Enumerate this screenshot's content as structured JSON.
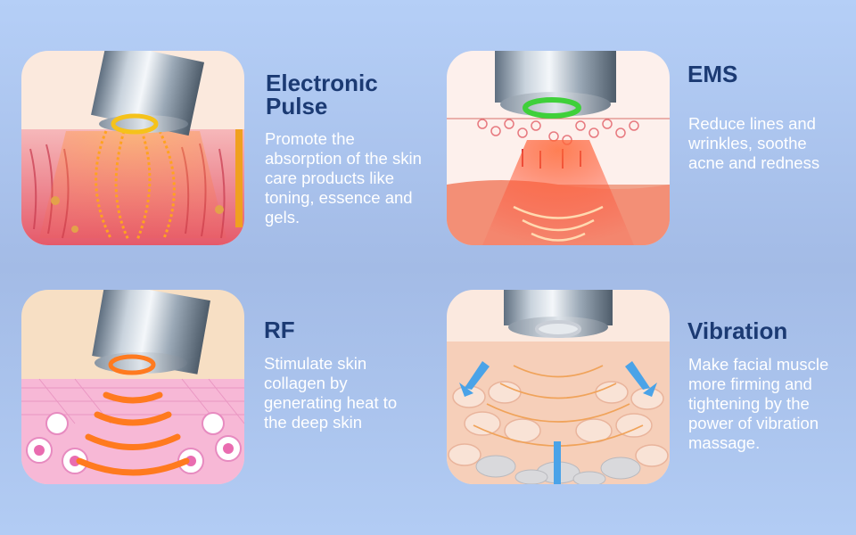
{
  "features": [
    {
      "title": "Electronic Pulse",
      "description": "Promote the absorption of the skin care products like toning, essence and gels.",
      "light_color": "#f5c21b"
    },
    {
      "title": "EMS",
      "description": "Reduce lines and wrinkles, soothe acne and redness",
      "light_color": "#3fd03a"
    },
    {
      "title": "RF",
      "description": "Stimulate skin collagen by generating heat to the deep skin",
      "light_color": "#ff7a1f"
    },
    {
      "title": "Vibration",
      "description": "Make facial muscle more firming and tightening by the power of vibration massage.",
      "light_color": "#c9ced6"
    }
  ]
}
